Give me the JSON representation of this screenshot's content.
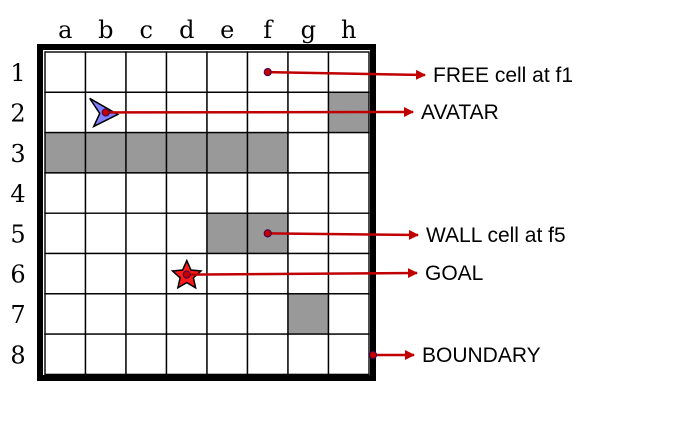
{
  "grid": {
    "columns": [
      "a",
      "b",
      "c",
      "d",
      "e",
      "f",
      "g",
      "h"
    ],
    "rows": [
      "1",
      "2",
      "3",
      "4",
      "5",
      "6",
      "7",
      "8"
    ],
    "wall_cells": [
      "h2",
      "a3",
      "b3",
      "c3",
      "d3",
      "e3",
      "f3",
      "e5",
      "f5",
      "g7"
    ]
  },
  "avatar": {
    "cell": "b2",
    "facing": "right"
  },
  "goal": {
    "cell": "d6"
  },
  "annotations": [
    {
      "id": "free",
      "text": "FREE cell at f1",
      "target": "f1"
    },
    {
      "id": "avatar",
      "text": "AVATAR",
      "target": "b2"
    },
    {
      "id": "wall",
      "text": "WALL cell at f5",
      "target": "f5"
    },
    {
      "id": "goal",
      "text": "GOAL",
      "target": "d6"
    },
    {
      "id": "boundary",
      "text": "BOUNDARY",
      "target": "boundary"
    }
  ],
  "colors": {
    "wall": "#999999",
    "gridline": "#000000",
    "arrow": "#c00000",
    "marker_dot": "#c00000",
    "avatar_fill": "#8080ff",
    "goal_fill": "#ff1a1a"
  }
}
